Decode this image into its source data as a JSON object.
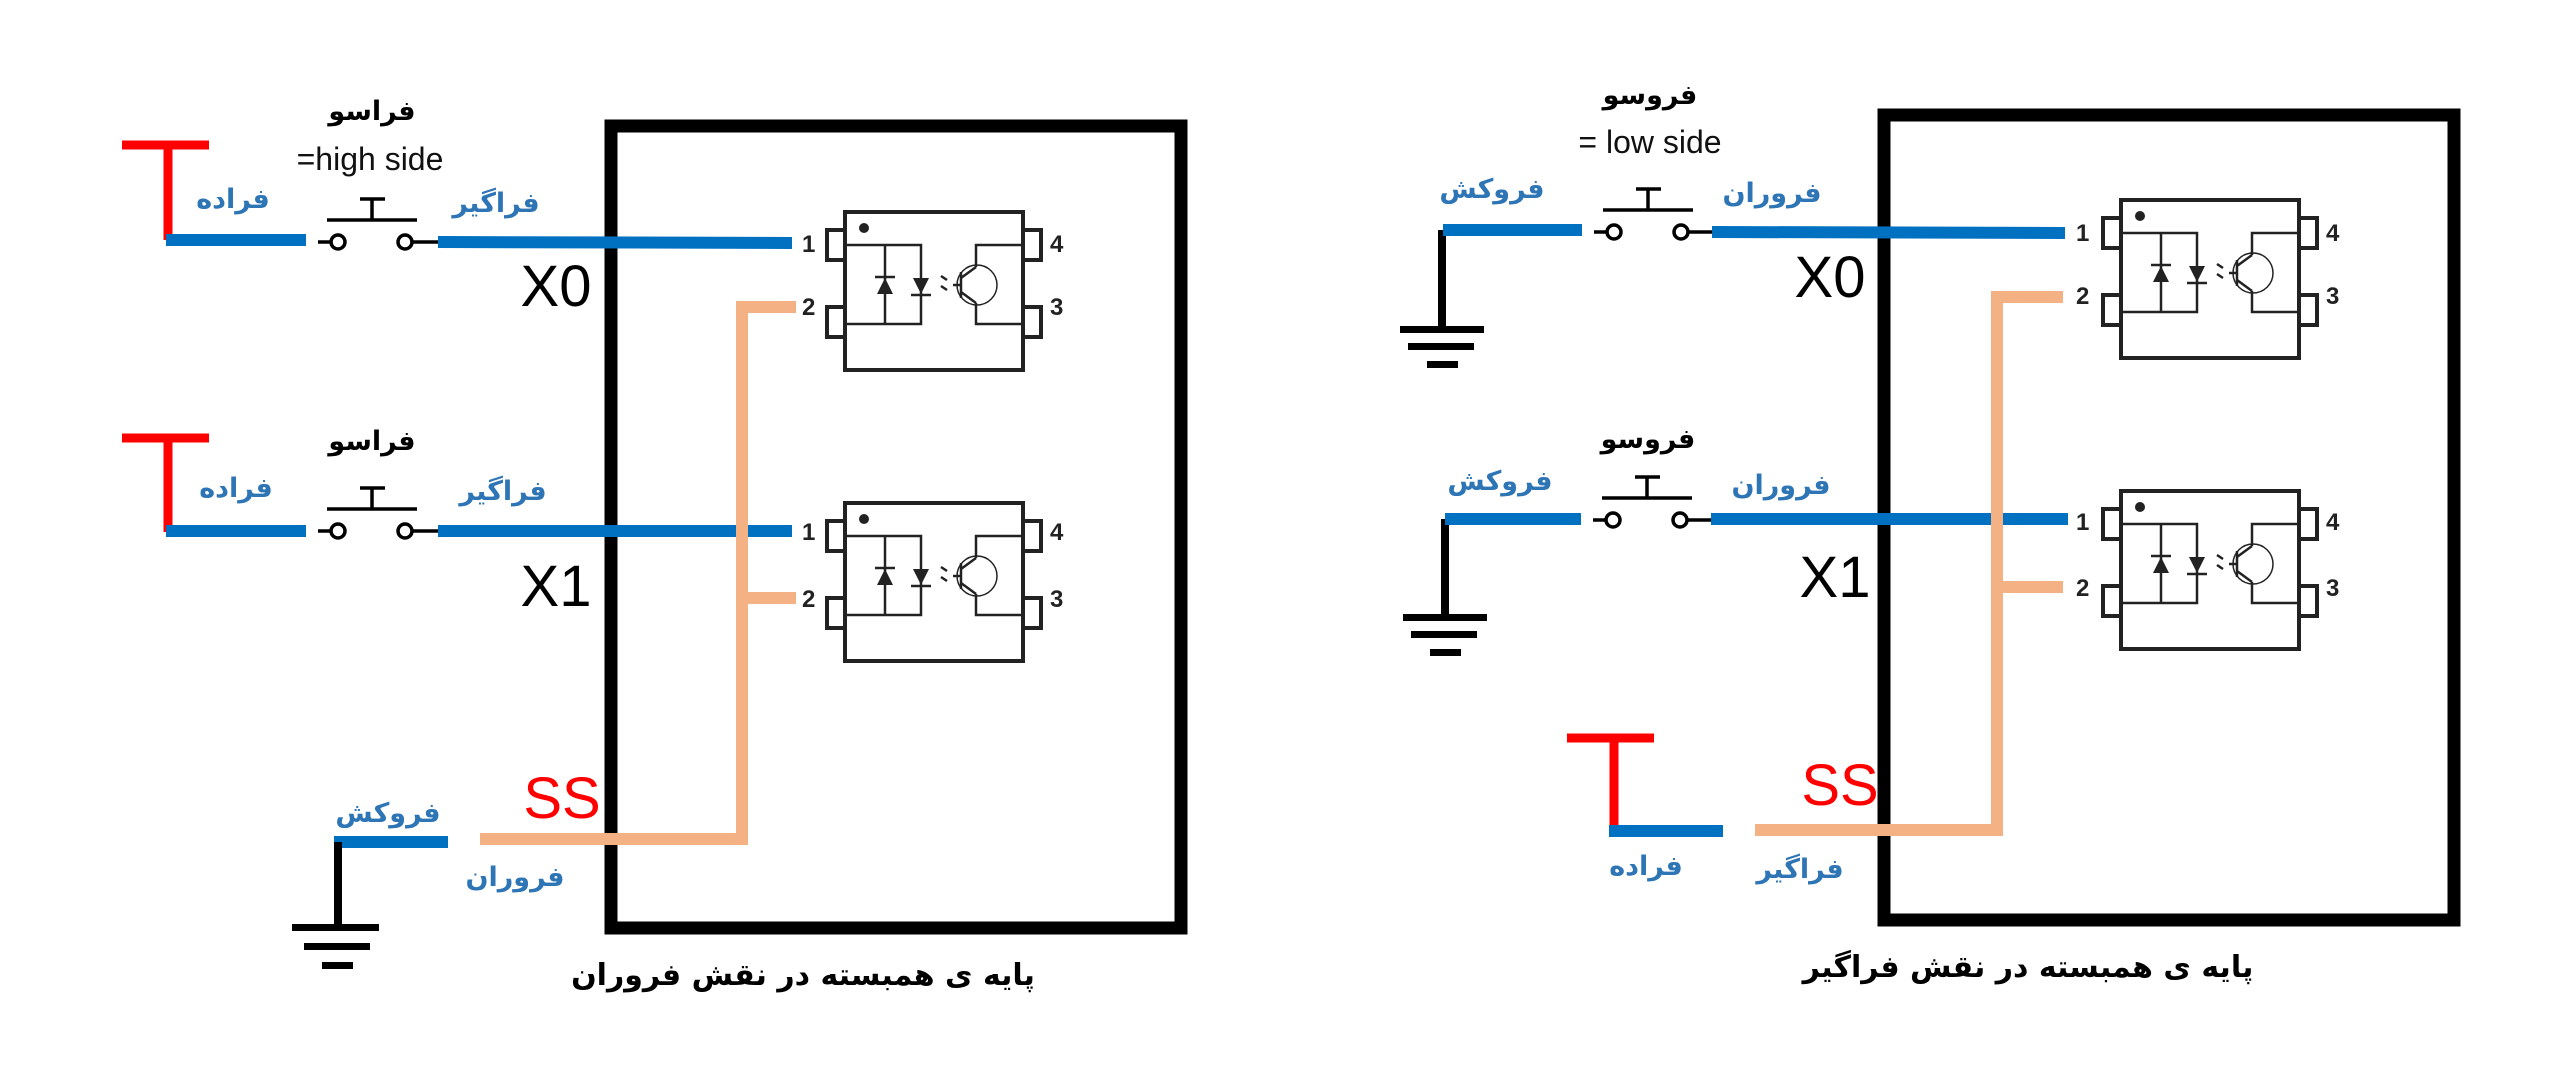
{
  "colors": {
    "wire_signal": "#0070c0",
    "label_signal": "#2e75b6",
    "supply_positive": "#ff0000",
    "common_wire": "#f4b183",
    "frame": "#000000"
  },
  "diagrams": [
    {
      "id": "sinking-common",
      "caption": "پایه ی همبسته در نقش فروران",
      "switch_side_title": "فراسو",
      "switch_side_alias": "=high side",
      "inputs": [
        {
          "name": "X0",
          "source_label": "فراده",
          "sink_label": "فراگیر",
          "switch_title": "فراسو",
          "source_type": "supply"
        },
        {
          "name": "X1",
          "source_label": "فراده",
          "sink_label": "فراگیر",
          "switch_title": "فراسو",
          "source_type": "supply"
        }
      ],
      "common": {
        "name": "SS",
        "source_label": "فروکش",
        "terminal_label": "فروران",
        "source_type": "ground"
      },
      "opto_pins": [
        "1",
        "2",
        "3",
        "4"
      ]
    },
    {
      "id": "sourcing-common",
      "caption": "پایه ی همبسته در نقش فراگیر",
      "switch_side_title": "فروسو",
      "switch_side_alias": "= low side",
      "inputs": [
        {
          "name": "X0",
          "source_label": "فروکش",
          "sink_label": "فروران",
          "switch_title": "فروسو",
          "source_type": "ground"
        },
        {
          "name": "X1",
          "source_label": "فروکش",
          "sink_label": "فروران",
          "switch_title": "فروسو",
          "source_type": "ground"
        }
      ],
      "common": {
        "name": "SS",
        "source_label": "فراده",
        "terminal_label": "فراگیر",
        "source_type": "supply"
      },
      "opto_pins": [
        "1",
        "2",
        "3",
        "4"
      ]
    }
  ]
}
